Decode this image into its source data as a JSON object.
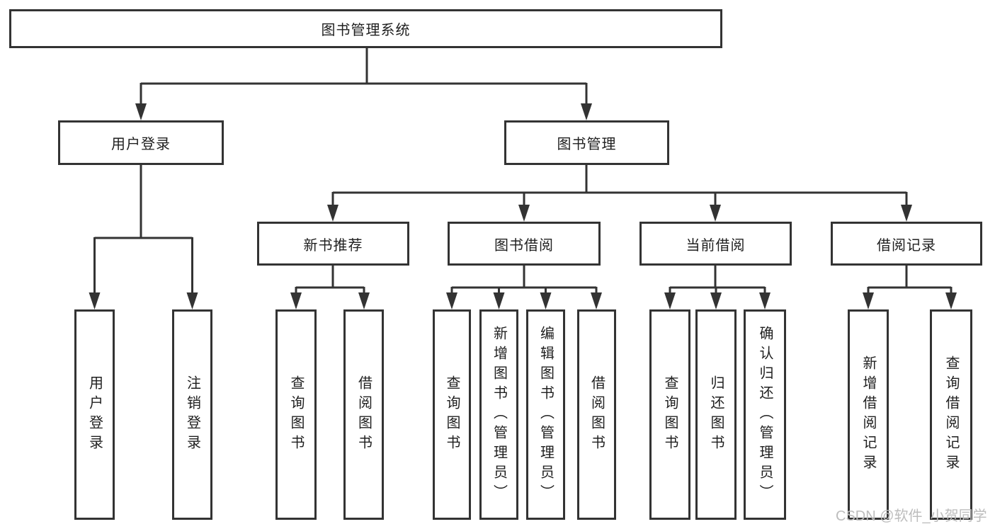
{
  "diagram_title": "图书管理系统",
  "colors": {
    "line": "#333333",
    "box_border": "#333333",
    "text": "#1f1f1f",
    "background": "#ffffff",
    "watermark": "#bdbdbd"
  },
  "nodes": {
    "root": "图书管理系统",
    "user_login": "用户登录",
    "book_mgmt": "图书管理",
    "new_book_rec": "新书推荐",
    "book_borrow": "图书借阅",
    "current_borrow": "当前借阅",
    "borrow_records": "借阅记录",
    "leaf_user_login": "用户登录",
    "leaf_logout": "注销登录",
    "leaf_nbr_query_book": "查询图书",
    "leaf_nbr_borrow_book": "借阅图书",
    "leaf_bb_query_book": "查询图书",
    "leaf_bb_add_book_admin": "新增图书（管理员）",
    "leaf_bb_edit_book_admin": "编辑图书（管理员）",
    "leaf_bb_borrow_book": "借阅图书",
    "leaf_cb_query_book": "查询图书",
    "leaf_cb_return_book": "归还图书",
    "leaf_cb_confirm_return_admin": "确认归还（管理员）",
    "leaf_br_add_record": "新增借阅记录",
    "leaf_br_query_record": "查询借阅记录"
  },
  "watermark": "CSDN @软件_小贺同学"
}
